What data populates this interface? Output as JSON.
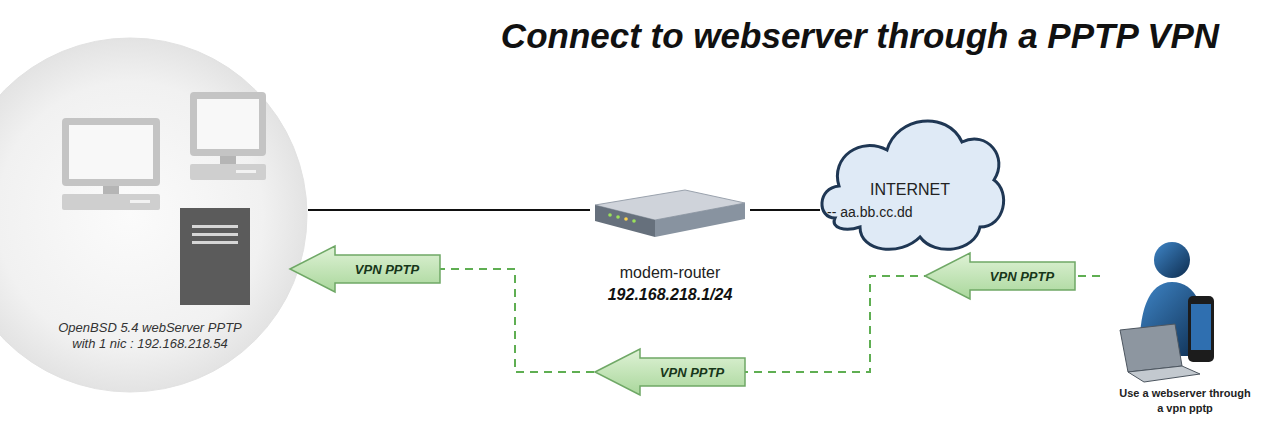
{
  "diagram": {
    "title": "Connect to webserver through a PPTP VPN",
    "nodes": [
      {
        "text": [
          "OpenBSD 5.4 webServer PPTP with 1 nic : 192.168.218.54"
        ]
      },
      {
        "text": [
          "modem-router",
          "192.168.218.1/24"
        ]
      },
      {
        "text": [
          "INTERNET",
          "-- aa.bb.cc.dd"
        ]
      },
      {
        "text": [
          "Use a webserver through a vpn pptp"
        ]
      }
    ],
    "edges": [
      {
        "from": 0,
        "to": 1,
        "arrow": "none"
      },
      {
        "from": 1,
        "to": 2,
        "arrow": "none"
      },
      {
        "from": 3,
        "to": 0,
        "arrow": "none"
      }
    ],
    "labels": [
      "VPN PPTP",
      "VPN PPTP",
      "VPN PPTP"
    ]
  }
}
